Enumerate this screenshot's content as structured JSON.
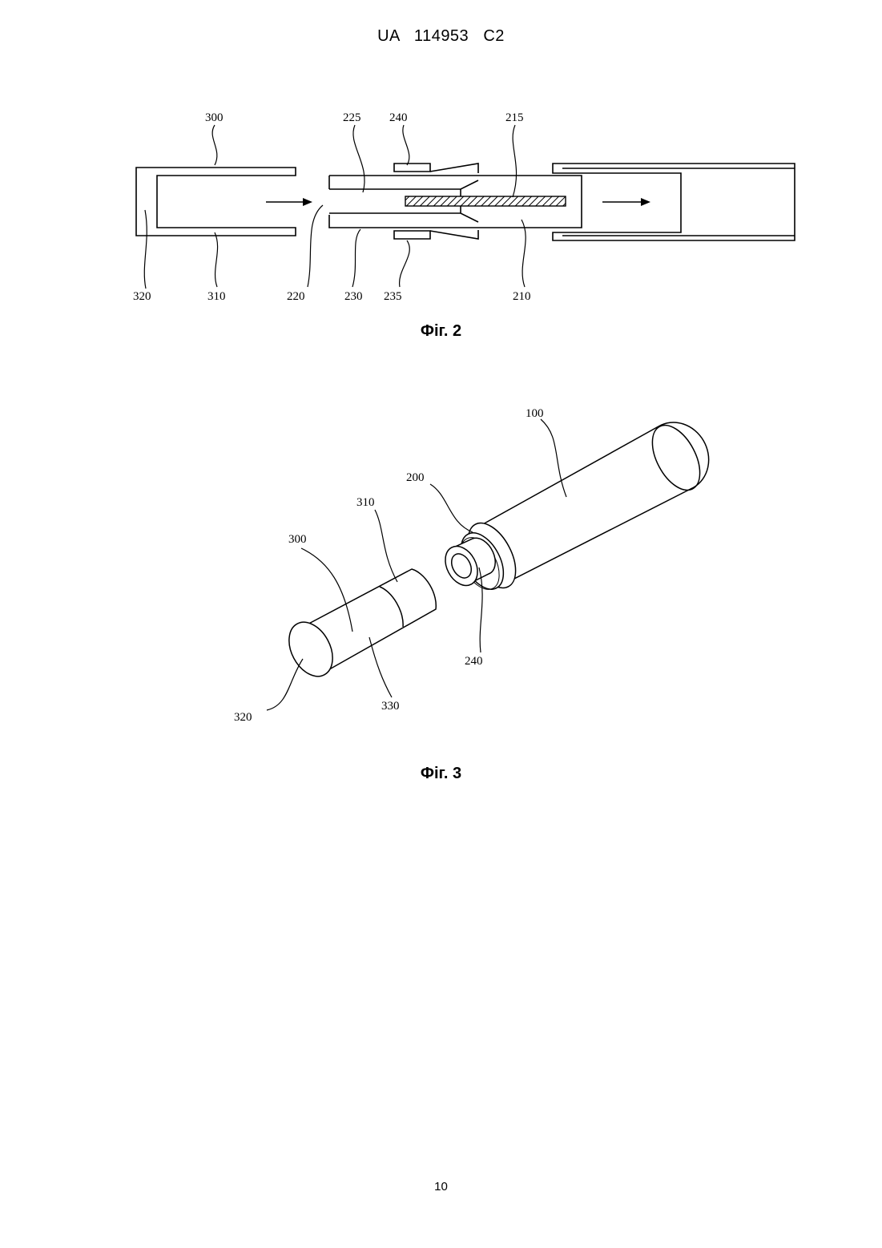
{
  "header": {
    "document_id": "UA   114953   C2"
  },
  "figure2": {
    "caption": "Фіг. 2",
    "labels": {
      "l300": "300",
      "l225": "225",
      "l240": "240",
      "l215": "215",
      "l320": "320",
      "l310": "310",
      "l220": "220",
      "l230": "230",
      "l235": "235",
      "l210": "210"
    }
  },
  "figure3": {
    "caption": "Фіг. 3",
    "labels": {
      "l100": "100",
      "l200": "200",
      "l310": "310",
      "l300": "300",
      "l240": "240",
      "l320": "320",
      "l330": "330"
    }
  },
  "footer": {
    "page_number": "10"
  }
}
